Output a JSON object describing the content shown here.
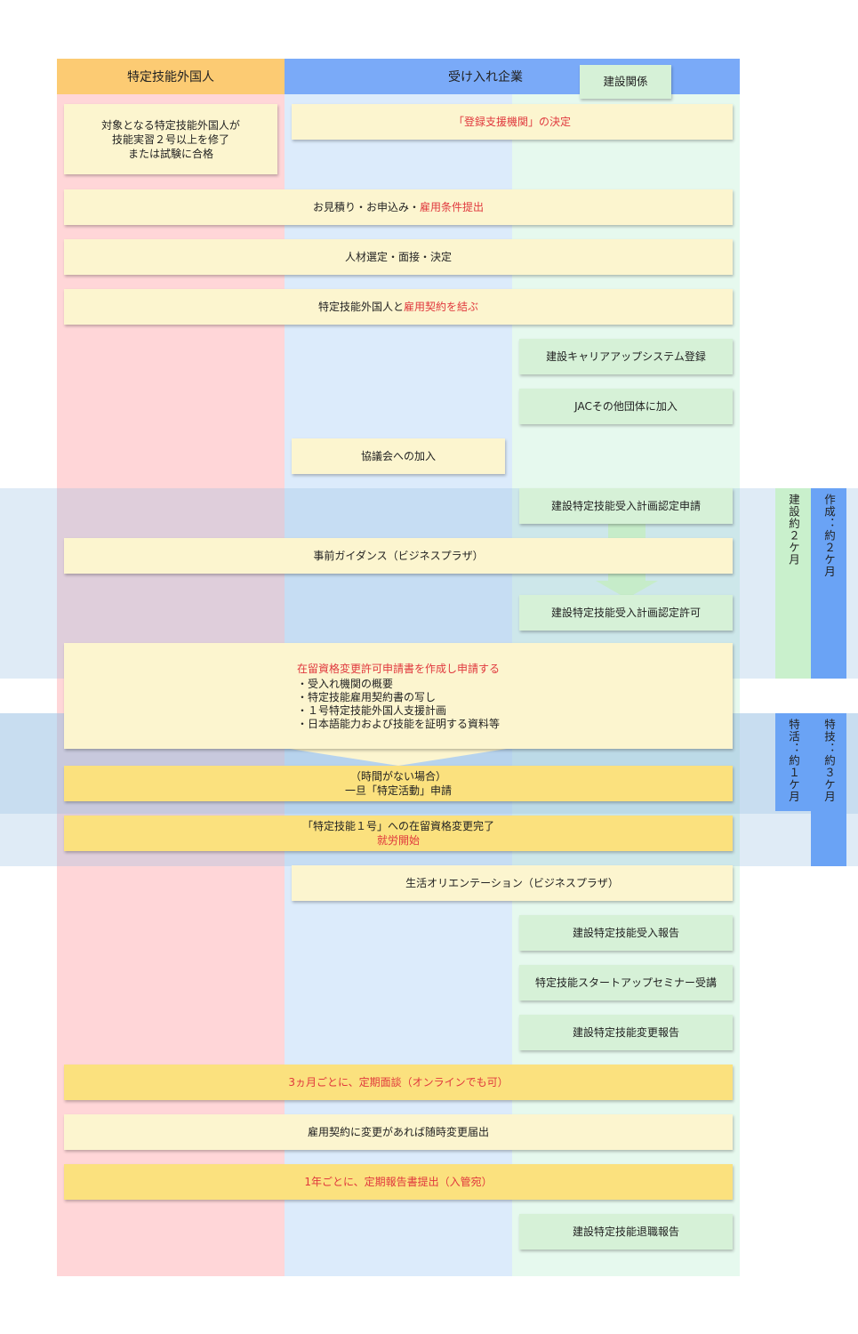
{
  "header": {
    "worker": "特定技能外国人",
    "company": "受け入れ企業",
    "construction": "建設関係"
  },
  "steps": {
    "eligibility": [
      "対象となる特定技能外国人が",
      "技能実習２号以上を修了",
      "または試験に合格"
    ],
    "register_support": "「登録支援機関」の決定",
    "estimate_plain": "お見積り・お申込み・",
    "estimate_red": "雇用条件提出",
    "selection": "人材選定・面接・決定",
    "contract_plain": "特定技能外国人と",
    "contract_red": "雇用契約を結ぶ",
    "ccus": "建設キャリアアップシステム登録",
    "jac": "JACその他団体に加入",
    "council": "協議会への加入",
    "plan_apply": "建設特定技能受入計画認定申請",
    "guidance": "事前ガイダンス（ビジネスプラザ）",
    "plan_permit": "建設特定技能受入計画認定許可",
    "visa_title": "在留資格変更許可申請書を作成し申請する",
    "visa_items": [
      "・受入れ機関の概要",
      "・特定技能雇用契約書の写し",
      "・１号特定技能外国人支援計画",
      "・日本語能力および技能を証明する資料等"
    ],
    "specific_activity": [
      "（時間がない場合）",
      "一旦「特定活動」申請"
    ],
    "visa_complete": "「特定技能１号」への在留資格変更完了",
    "work_start": "就労開始",
    "orientation": "生活オリエンテーション（ビジネスプラザ）",
    "report_accept": "建設特定技能受入報告",
    "seminar": "特定技能スタートアップセミナー受講",
    "report_change": "建設特定技能変更報告",
    "interview": "3ヵ月ごとに、定期面談（オンラインでも可）",
    "contract_change": "雇用契約に変更があれば随時変更届出",
    "annual_report": "1年ごとに、定期報告書提出（入管宛）",
    "report_retire": "建設特定技能退職報告"
  },
  "durations": {
    "construction_2m": "建設約２ケ月",
    "create_2m": "作成：約２ケ月",
    "activity_1m": "特活：約１ケ月",
    "skill_3m": "特技：約３ケ月"
  },
  "colors": {
    "worker_header": "#fccb73",
    "company_header": "#7aaaf8",
    "side_green": "#c9f0cc",
    "side_blue": "#6aa3f5",
    "accent_red": "#e0383d"
  }
}
